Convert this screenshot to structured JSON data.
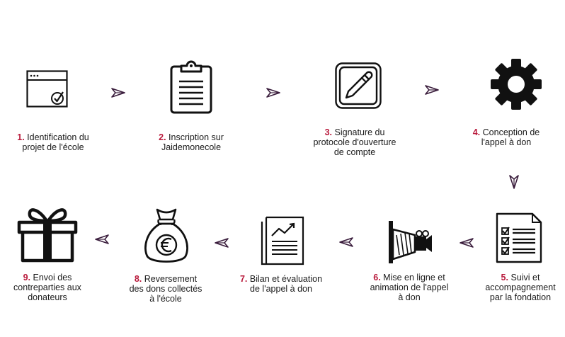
{
  "colors": {
    "accent": "#b8183a",
    "arrow": "#3a1d3c",
    "icon": "#111111"
  },
  "steps": [
    {
      "number": "1.",
      "text_line1": "Identification du",
      "text_line2": "projet de l'école",
      "icon": "browser-check-icon"
    },
    {
      "number": "2.",
      "text_line1": "Inscription sur",
      "text_line2": "Jaidemonecole",
      "icon": "clipboard-icon"
    },
    {
      "number": "3.",
      "text_line1": "Signature du",
      "text_line2": "protocole d'ouverture",
      "text_line3": "de compte",
      "icon": "pen-signature-icon"
    },
    {
      "number": "4.",
      "text_line1": "Conception de",
      "text_line2": "l'appel à don",
      "icon": "gear-icon"
    },
    {
      "number": "5.",
      "text_line1": "Suivi et",
      "text_line2": "accompagnement",
      "text_line3": "par la fondation",
      "icon": "checklist-icon"
    },
    {
      "number": "6.",
      "text_line1": "Mise en ligne et",
      "text_line2": "animation de l'appel",
      "text_line3": "à don",
      "icon": "video-camera-icon"
    },
    {
      "number": "7.",
      "text_line1": "Bilan et évaluation",
      "text_line2": "de l'appel à don",
      "icon": "report-chart-icon"
    },
    {
      "number": "8.",
      "text_line1": "Reversement",
      "text_line2": "des dons collectés",
      "text_line3": "à l'école",
      "icon": "euro-bag-icon"
    },
    {
      "number": "9.",
      "text_line1": "Envoi des",
      "text_line2": "contreparties aux",
      "text_line3": "donateurs",
      "icon": "gift-icon"
    }
  ]
}
